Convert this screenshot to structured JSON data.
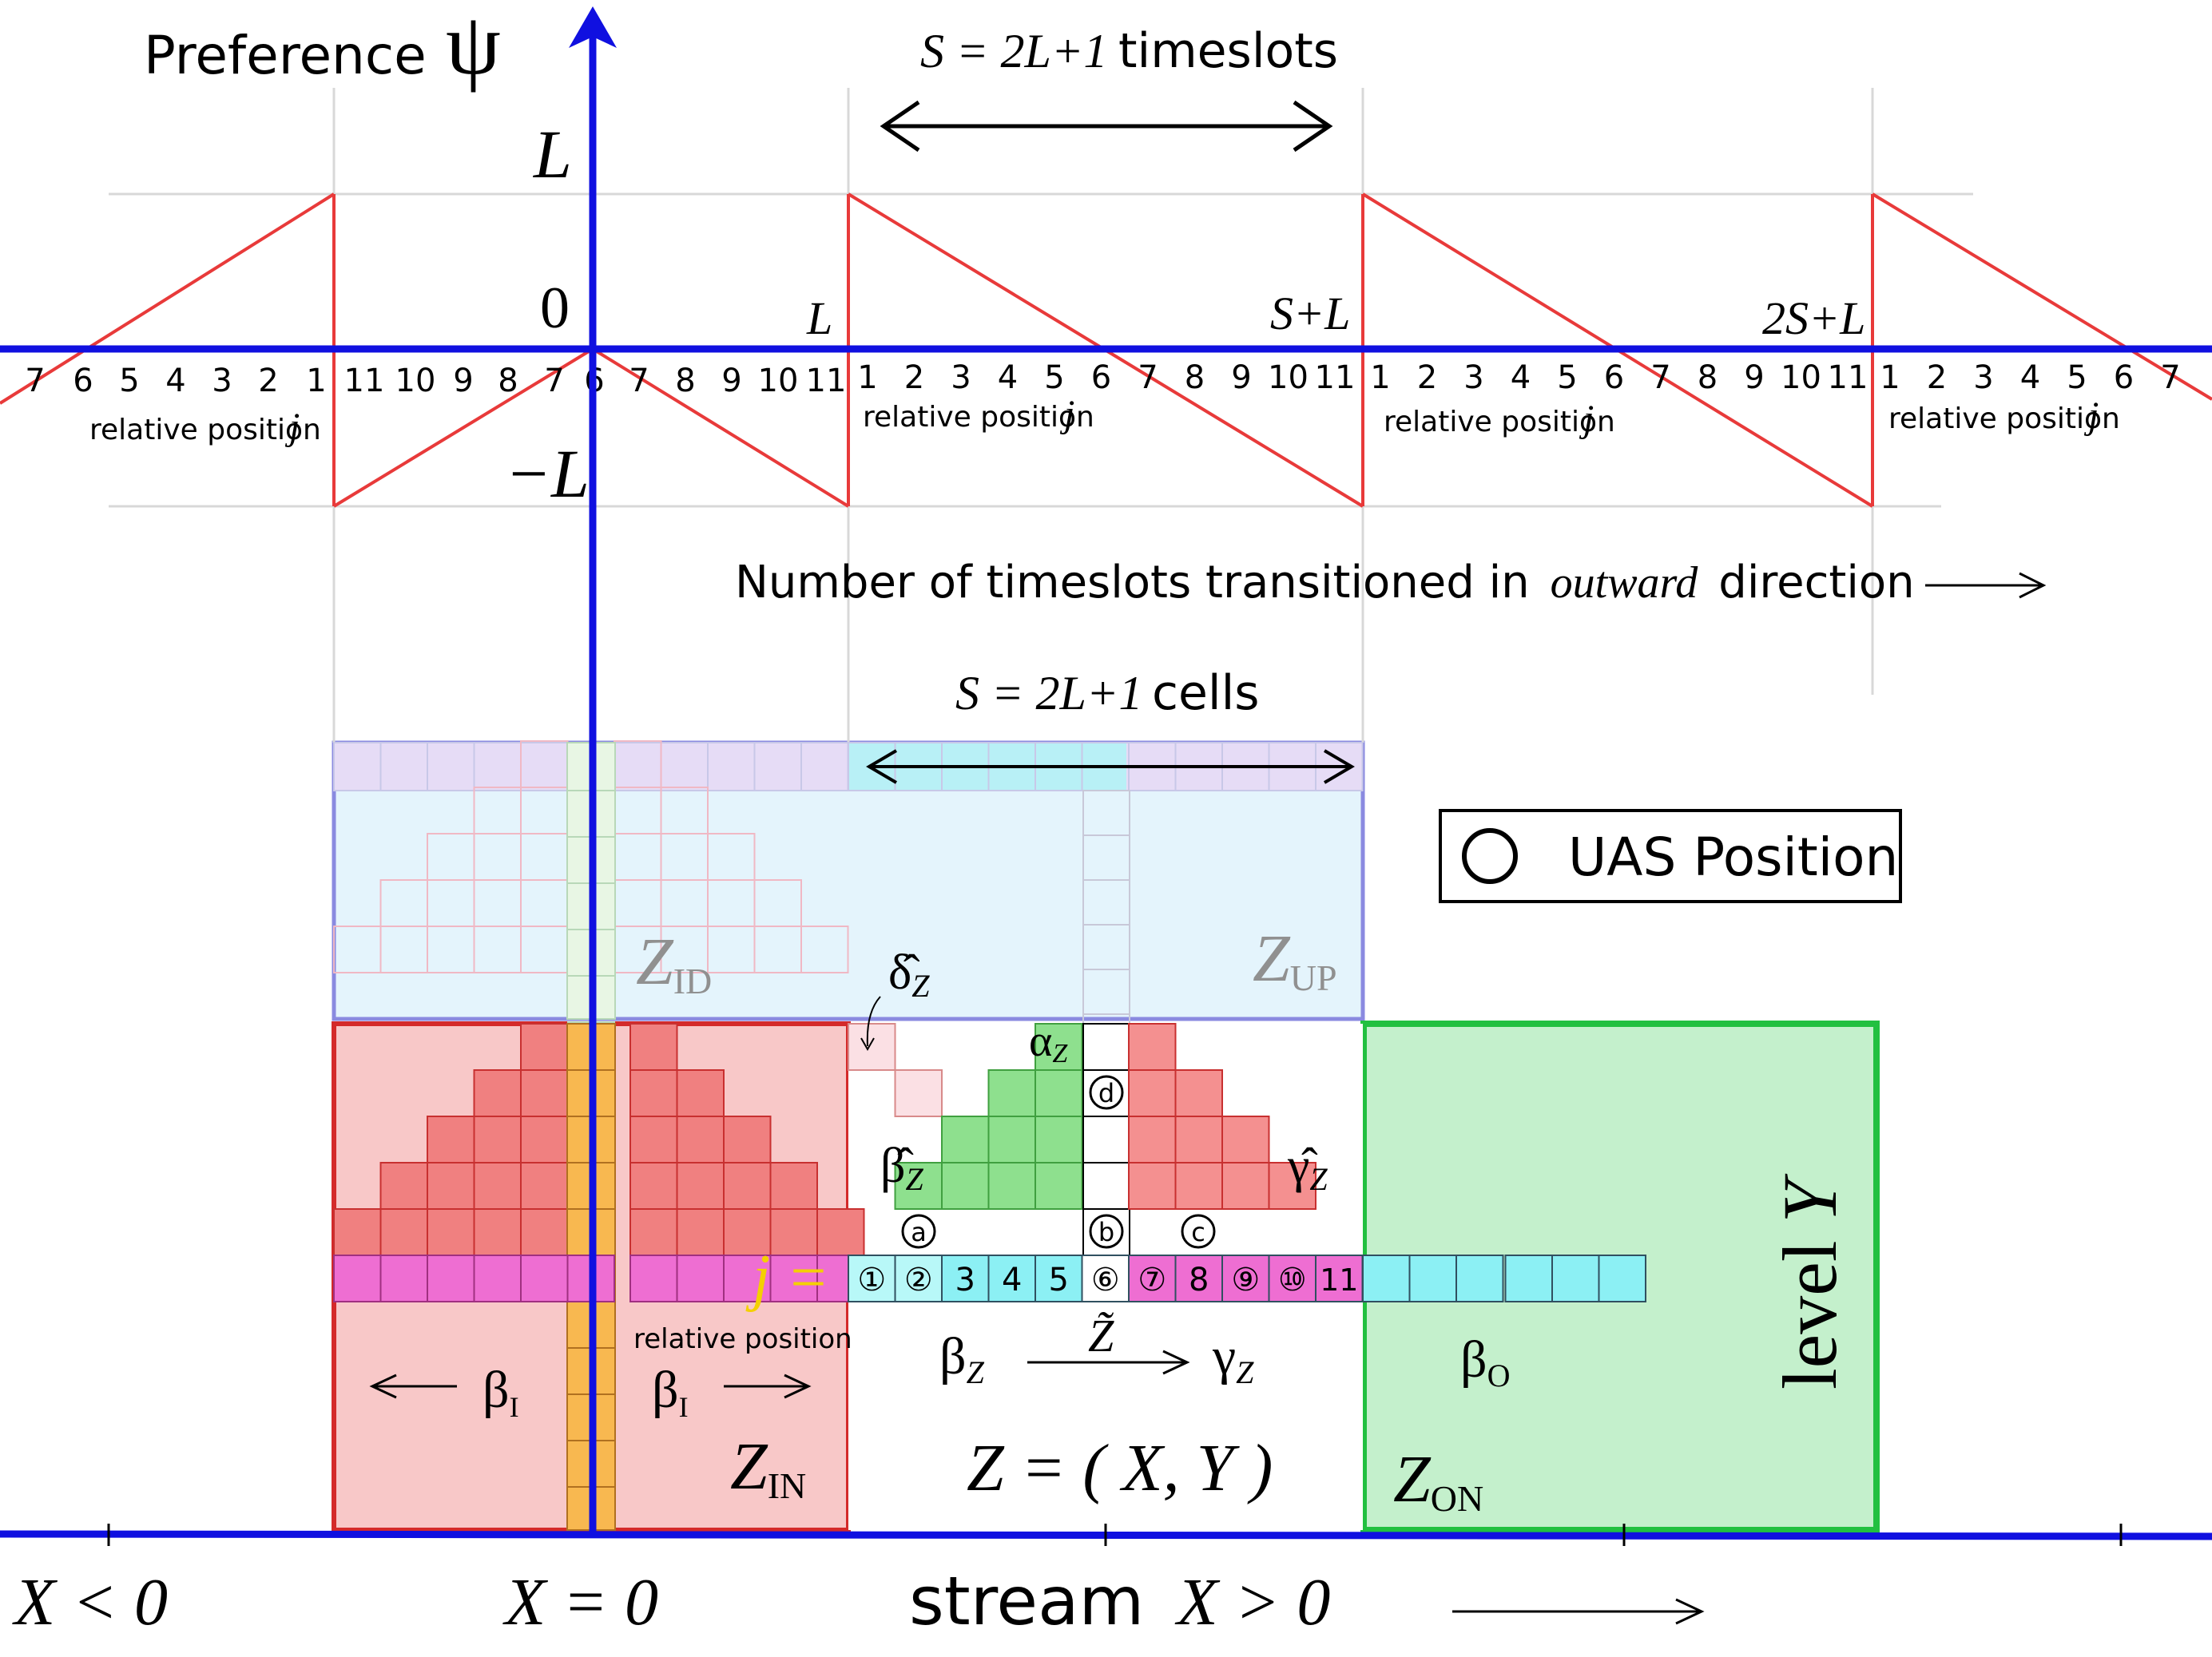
{
  "header": {
    "preference_label": "Preference",
    "psi": "ψ",
    "period_label_var": "S = 2L+1",
    "period_label_text": "timeslots"
  },
  "axis": {
    "tick_L": "L",
    "tick_0": "0",
    "tick_minus_L": "−L",
    "mark_L": "L",
    "mark_S_plus_L": "S+L",
    "mark_2S_plus_L": "2S+L",
    "relative_position_text": "relative position",
    "j": "j",
    "left_segment_numbers": [
      "7",
      "6",
      "5",
      "4",
      "3",
      "2",
      "1",
      "11",
      "10",
      "9",
      "8",
      "7",
      "6",
      "7",
      "8",
      "9",
      "10",
      "11"
    ],
    "period_numbers": [
      "1",
      "2",
      "3",
      "4",
      "5",
      "6",
      "7",
      "8",
      "9",
      "10",
      "11"
    ],
    "tail_numbers": [
      "1",
      "2",
      "3",
      "4",
      "5",
      "6",
      "7"
    ],
    "transition_label_pre": "Number of timeslots transitioned in",
    "transition_label_ital": "outward",
    "transition_label_post": "direction"
  },
  "cells_section": {
    "cells_label_var": "S = 2L+1",
    "cells_label_text": "cells",
    "zone_ID": "Z",
    "zone_ID_sub": "ID",
    "zone_UP": "Z",
    "zone_UP_sub": "UP",
    "zone_IN": "Z",
    "zone_IN_sub": "IN",
    "zone_ON": "Z",
    "zone_ON_sub": "ON",
    "delta_hat": "δ̂",
    "alpha": "α",
    "beta_hat": "β̂",
    "gamma_hat": "γ̂",
    "sub_Z": "Z",
    "j_equals": "j =",
    "circled_letters": [
      "a",
      "b",
      "c",
      "d"
    ],
    "row_numbers": [
      "①",
      "②",
      "3",
      "4",
      "5",
      "⑥",
      "⑦",
      "8",
      "⑨",
      "⑩",
      "11"
    ],
    "relative_position_label": "relative position",
    "beta_I": "β",
    "beta_I_sub": "I",
    "beta_Z": "β",
    "z_tilde": "Z̃",
    "gamma_Z": "γ",
    "beta_O": "β",
    "beta_O_sub": "O",
    "zone_def": "Z = ( X, Y )",
    "level_label": "level",
    "level_var": "Y"
  },
  "legend": {
    "uas_position": "UAS Position"
  },
  "bottom": {
    "x_lt": "X < 0",
    "x_eq": "X = 0",
    "stream_text": "stream",
    "x_gt": "X > 0"
  },
  "colors": {
    "axis_blue": "#1010e0",
    "sawtooth_red": "#e83a3a",
    "zone_in_fill": "#f8c8c8",
    "zone_in_border": "#d42a2a",
    "zone_on_fill": "#c4f0cc",
    "zone_on_border": "#22c040",
    "zone_up_fill": "#e4f4fc",
    "zone_up_border": "#8a8ae0",
    "pink_row": "#ee6ed2",
    "cyan_row": "#8cf0f4",
    "orange_col": "#f8b850",
    "yellow_j": "#f4d000"
  }
}
